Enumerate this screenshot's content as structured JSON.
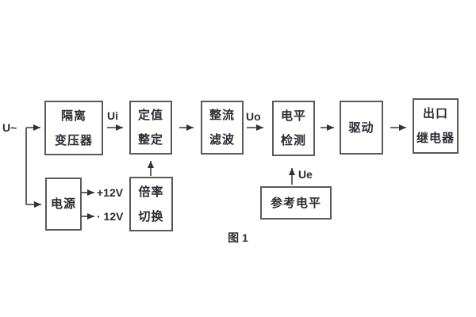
{
  "diagram": {
    "caption": "图 1",
    "labels": {
      "input": "U~",
      "ui": "Ui",
      "uo": "Uo",
      "ue": "Ue",
      "plus_12v": "+12V",
      "minus_12v": "· 12V"
    },
    "blocks": {
      "isolation_transformer": {
        "line1": "隔离",
        "line2": "变压器"
      },
      "value_setting": {
        "line1": "定值",
        "line2": "整定"
      },
      "rectifier_filter": {
        "line1": "整流",
        "line2": "滤波"
      },
      "level_detection": {
        "line1": "电平",
        "line2": "检测"
      },
      "drive": {
        "label": "驱动"
      },
      "output_relay": {
        "line1": "出口",
        "line2": "继电器"
      },
      "power_supply": {
        "label": "电源"
      },
      "multiplier_switch": {
        "line1": "倍率",
        "line2": "切换"
      },
      "reference_level": {
        "label": "参考电平"
      }
    },
    "colors": {
      "border": "#5a5a5a",
      "connector": "#3a3a3a",
      "text": "#2b2b33",
      "background": "#ffffff"
    }
  }
}
